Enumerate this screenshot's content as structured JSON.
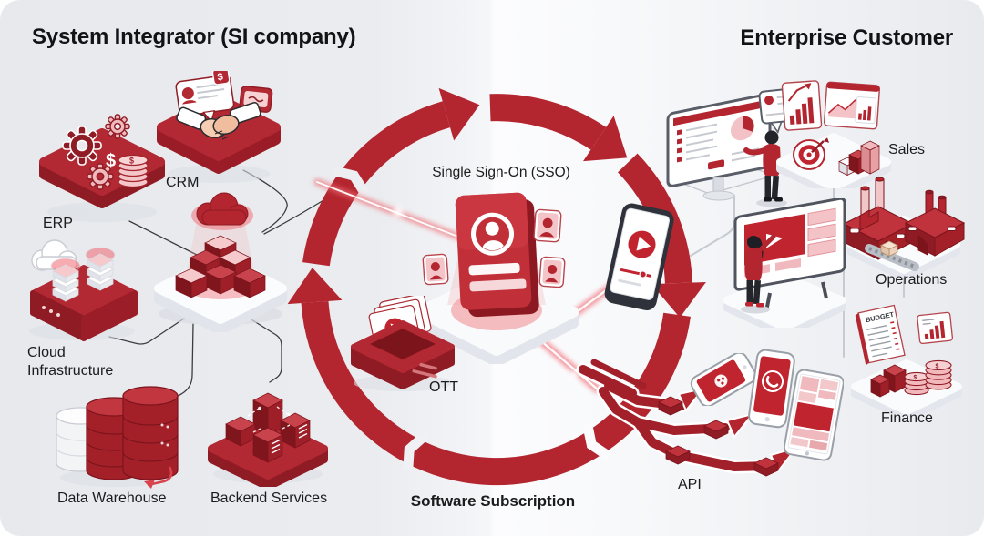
{
  "titles": {
    "left": "System Integrator (SI company)",
    "right": "Enterprise Customer"
  },
  "labels": {
    "erp": "ERP",
    "crm": "CRM",
    "cloud_infrastructure": "Cloud Infrastructure",
    "data_warehouse": "Data Warehouse",
    "backend_services": "Backend Services",
    "sso": "Single Sign-On (SSO)",
    "ott": "OTT",
    "software_subscription": "Software Subscription",
    "api": "API",
    "sales": "Sales",
    "operations": "Operations",
    "finance": "Finance",
    "budget_doc": "BUDGET",
    "currency_symbol": "$"
  },
  "colors": {
    "primary_red": "#b3252f",
    "dark_red": "#8f1b24",
    "light_pink": "#f0b9bd",
    "background_gray": "#e9ebef",
    "beam_glow": "#ef6a72"
  }
}
